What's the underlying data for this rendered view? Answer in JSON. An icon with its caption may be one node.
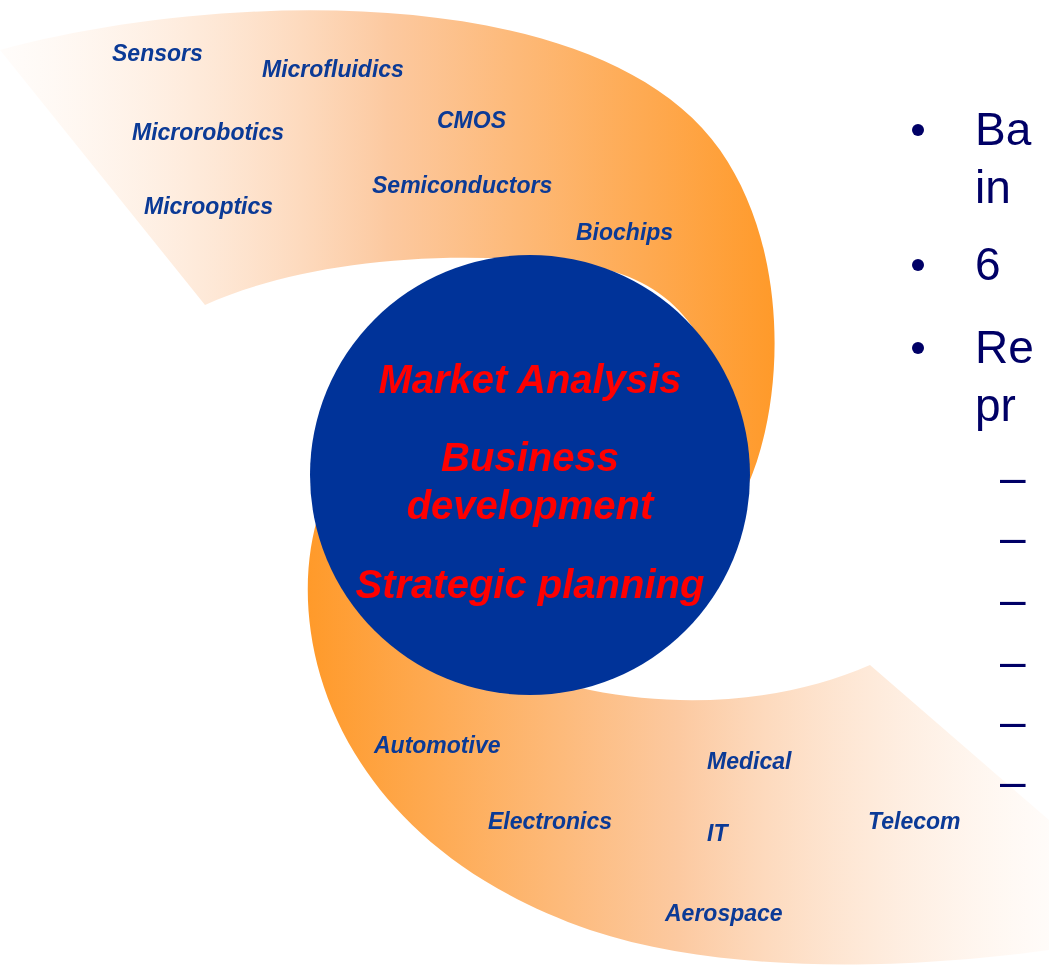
{
  "diagram": {
    "nodes": [
      {
        "text": [
          "Sensors",
          "Microfluidics",
          "Microrobotics",
          "CMOS",
          "Microoptics",
          "Semiconductors",
          "Biochips"
        ]
      },
      {
        "text": [
          "Market Analysis",
          "Business development",
          "Strategic planning"
        ]
      },
      {
        "text": [
          "Automotive",
          "Medical",
          "Electronics",
          "IT",
          "Telecom",
          "Aerospace"
        ]
      }
    ],
    "edges": [],
    "labels": [
      "Ba in",
      "6",
      "Re pr",
      "–",
      "–",
      "–",
      "–",
      "–",
      "–"
    ]
  }
}
